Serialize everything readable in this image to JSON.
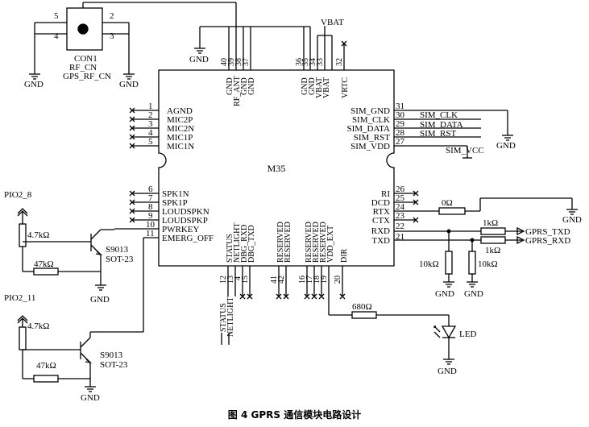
{
  "chip": {
    "name": "M35"
  },
  "connector": {
    "pins": [
      "5",
      "2",
      "4",
      "3"
    ],
    "name": "CON1",
    "net": "RF_CN",
    "label": "GPS_RF_CN"
  },
  "vbat_label": "VBAT",
  "gnd": "GND",
  "top_pins": [
    {
      "num": "40",
      "name": "GND"
    },
    {
      "num": "39",
      "name": "RF_ANT"
    },
    {
      "num": "38",
      "name": "GND"
    },
    {
      "num": "37",
      "name": "GND"
    },
    {
      "num": "36",
      "name": "GND"
    },
    {
      "num": "35",
      "name": "GND"
    },
    {
      "num": "34",
      "name": "VBAT"
    },
    {
      "num": "33",
      "name": "VBAT"
    },
    {
      "num": "32",
      "name": "VRTC"
    }
  ],
  "left_pins": [
    {
      "num": "1",
      "name": "AGND"
    },
    {
      "num": "2",
      "name": "MIC2P"
    },
    {
      "num": "3",
      "name": "MIC2N"
    },
    {
      "num": "4",
      "name": "MIC1P"
    },
    {
      "num": "5",
      "name": "MIC1N"
    },
    {
      "num": "6",
      "name": "SPK1N"
    },
    {
      "num": "7",
      "name": "SPK1P"
    },
    {
      "num": "8",
      "name": "LOUDSPKN"
    },
    {
      "num": "9",
      "name": "LOUDSPKP"
    },
    {
      "num": "10",
      "name": "PWRKEY"
    },
    {
      "num": "11",
      "name": "EMERG_OFF"
    }
  ],
  "right_pins": [
    {
      "num": "31",
      "name": "SIM_GND"
    },
    {
      "num": "30",
      "name": "SIM_CLK"
    },
    {
      "num": "29",
      "name": "SIM_DATA"
    },
    {
      "num": "28",
      "name": "SIM_RST"
    },
    {
      "num": "27",
      "name": "SIM_VDD"
    },
    {
      "num": "26",
      "name": "RI"
    },
    {
      "num": "25",
      "name": "DCD"
    },
    {
      "num": "24",
      "name": "RTX"
    },
    {
      "num": "23",
      "name": "CTX"
    },
    {
      "num": "22",
      "name": "RXD"
    },
    {
      "num": "21",
      "name": "TXD"
    }
  ],
  "bottom_pins": [
    {
      "num": "12",
      "name": "STATUS"
    },
    {
      "num": "13",
      "name": "NETLIGHT"
    },
    {
      "num": "4",
      "name": "DBG_RXD"
    },
    {
      "num": "15",
      "name": "DBG_TXD"
    },
    {
      "num": "41",
      "name": "RESERVED"
    },
    {
      "num": "42",
      "name": "RESERVED"
    },
    {
      "num": "16",
      "name": "RESERVED"
    },
    {
      "num": "17",
      "name": "RESERVED"
    },
    {
      "num": "18",
      "name": "RESERVED"
    },
    {
      "num": "19",
      "name": "VDD_EXT"
    },
    {
      "num": "20",
      "name": "DIR"
    }
  ],
  "sim_nets": [
    "SIM_CLK",
    "SIM_DATA",
    "SIM_RST",
    "SIM_VCC"
  ],
  "nets": {
    "status": "STATUS",
    "netlight": "NETLIGHT",
    "gprs_txd": "GPRS_TXD",
    "gprs_rxd": "GPRS_RXD"
  },
  "components": {
    "r_pio2_8": "4.7kΩ",
    "r_base1": "47kΩ",
    "r_pio2_11": "4.7kΩ",
    "r_base2": "47kΩ",
    "q1_model": "S9013",
    "q1_pkg": "SOT-23",
    "q2_model": "S9013",
    "q2_pkg": "SOT-23",
    "r_rtx": "0Ω",
    "r_series": "1kΩ",
    "r_series2": "1kΩ",
    "r_pd1": "10kΩ",
    "r_pd2": "10kΩ",
    "r_led": "680Ω",
    "led": "LED"
  },
  "pio": {
    "pio2_8": "PIO2_8",
    "pio2_11": "PIO2_11"
  },
  "caption": "图 4   GPRS 通信模块电路设计"
}
